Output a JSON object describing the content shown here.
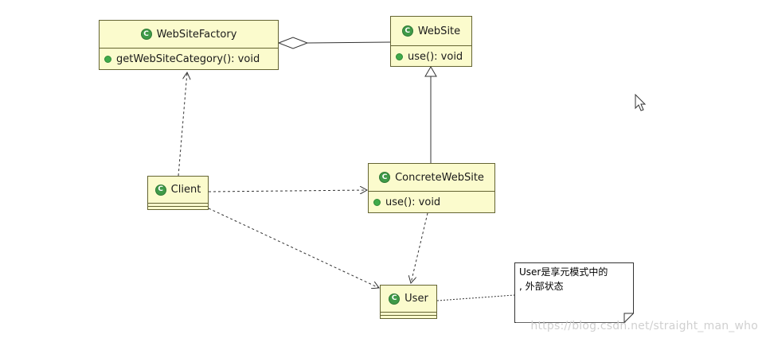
{
  "classes": {
    "website_factory": {
      "name": "WebSiteFactory",
      "methods": [
        "getWebSiteCategory(): void"
      ]
    },
    "website": {
      "name": "WebSite",
      "methods": [
        "use(): void"
      ]
    },
    "concrete_website": {
      "name": "ConcreteWebSite",
      "methods": [
        "use(): void"
      ]
    },
    "client": {
      "name": "Client"
    },
    "user": {
      "name": "User"
    }
  },
  "note": {
    "line1": "User是享元模式中的",
    "line2": ", 外部状态"
  },
  "watermark": "https://blog.csdn.net/straight_man_who",
  "icons": {
    "class_icon": "class-icon",
    "method_icon": "public-method-icon",
    "cursor": "mouse-cursor-icon"
  },
  "colors": {
    "class_fill": "#fbfbcd",
    "class_border": "#646432",
    "icon_green": "#3f9a48"
  }
}
